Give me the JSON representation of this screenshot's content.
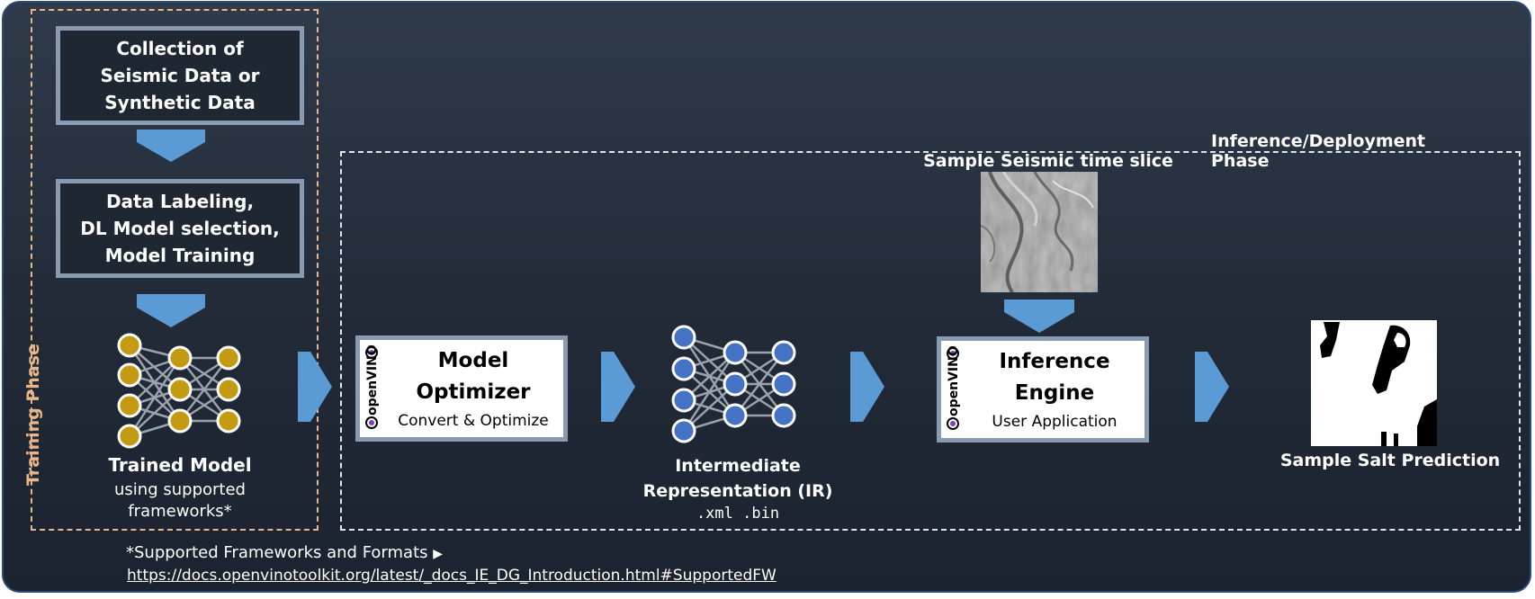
{
  "phases": {
    "training": "Training Phase",
    "inference": "Inference/Deployment Phase"
  },
  "training": {
    "collection_lines": [
      "Collection  of",
      "Seismic Data or",
      "Synthetic Data"
    ],
    "labeling_lines": [
      "Data Labeling,",
      "DL Model selection,",
      "Model Training"
    ],
    "trained_title": "Trained Model",
    "trained_sub_lines": [
      "using supported",
      "frameworks*"
    ]
  },
  "optimizer": {
    "brand": "openVINO",
    "title_lines": [
      "Model",
      "Optimizer"
    ],
    "subtitle": "Convert & Optimize"
  },
  "ir": {
    "title_lines": [
      "Intermediate",
      "Representation (IR)"
    ],
    "formats": ".xml .bin"
  },
  "seismic": {
    "caption": "Sample Seismic time slice"
  },
  "engine": {
    "brand": "openVINO",
    "title_lines": [
      "Inference",
      "Engine"
    ],
    "subtitle": "User Application"
  },
  "prediction": {
    "caption": "Sample Salt Prediction"
  },
  "footer": {
    "note": "*Supported Frameworks and Formats",
    "link": "https://docs.openvinotoolkit.org/latest/_docs_IE_DG_Introduction.html#SupportedFW"
  },
  "colors": {
    "arrow": "#5b9bd5",
    "gold_node": "#c49a12",
    "blue_node": "#4472c4",
    "phase_training": "#e9b58a"
  }
}
